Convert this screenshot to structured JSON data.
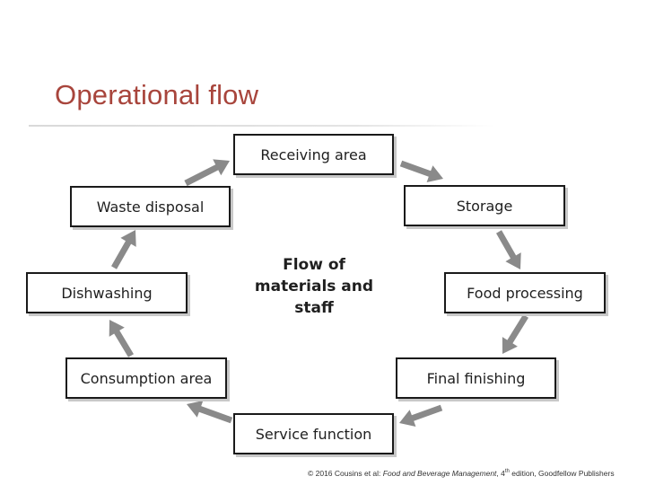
{
  "title": "Operational flow",
  "diagram": {
    "center_lines": [
      "Flow of",
      "materials and",
      "staff"
    ],
    "nodes": [
      {
        "id": "receiving",
        "label": "Receiving area"
      },
      {
        "id": "storage",
        "label": "Storage"
      },
      {
        "id": "food-processing",
        "label": "Food processing"
      },
      {
        "id": "final-finishing",
        "label": "Final finishing"
      },
      {
        "id": "service-function",
        "label": "Service function"
      },
      {
        "id": "consumption-area",
        "label": "Consumption area"
      },
      {
        "id": "dishwashing",
        "label": "Dishwashing"
      },
      {
        "id": "waste-disposal",
        "label": "Waste disposal"
      }
    ],
    "flow_order": [
      "Receiving area",
      "Storage",
      "Food processing",
      "Final finishing",
      "Service function",
      "Consumption area",
      "Dishwashing",
      "Waste disposal",
      "Receiving area"
    ],
    "colors": {
      "box_border": "#1a1a1a",
      "arrow": "#8a8a8a",
      "title": "#a8453c"
    }
  },
  "footer": {
    "prefix": "© 2016 Cousins et al: ",
    "book": "Food and Beverage Management",
    "edition_num": ", 4",
    "edition_sup": "th",
    "suffix": " edition, Goodfellow Publishers"
  }
}
